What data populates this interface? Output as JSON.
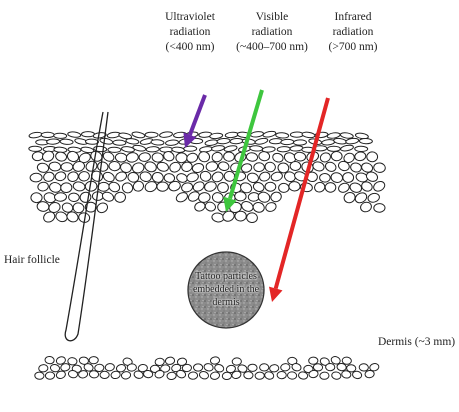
{
  "labels": {
    "uv": [
      "Ultraviolet",
      "radiation",
      "(<400 nm)"
    ],
    "visible": [
      "Visible",
      "radiation",
      "(~400–700 nm)"
    ],
    "infrared": [
      "Infrared",
      "radiation",
      "(>700 nm)"
    ],
    "hair_follicle": "Hair follicle",
    "tattoo": [
      "Tattoo particles",
      "embedded in the",
      "dermis"
    ],
    "dermis": "Dermis (~3 mm)"
  },
  "colors": {
    "uv": "#6a2aa8",
    "visible": "#3ec63e",
    "infrared": "#e32626",
    "ink": "#222222",
    "tattoo_fill": "#8c8c8c"
  }
}
